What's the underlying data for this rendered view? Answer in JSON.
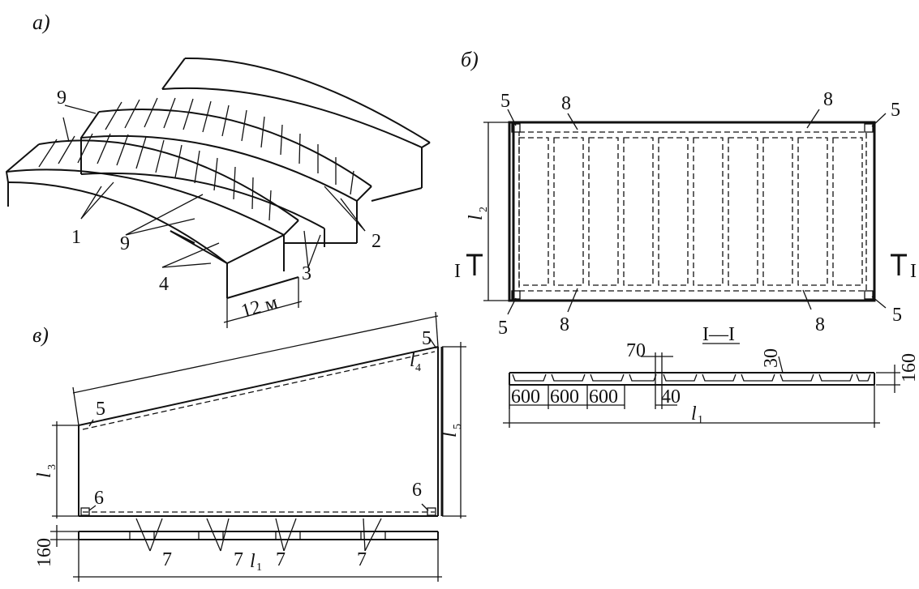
{
  "panels": {
    "a": "а)",
    "b": "б)",
    "v": "в)"
  },
  "panel_a": {
    "labels": [
      "9",
      "9",
      "1",
      "2",
      "3",
      "4"
    ],
    "span_label": "12 м"
  },
  "panel_b": {
    "plan_labels": {
      "corner": "5",
      "edge": "8",
      "side": "l",
      "side_sub": "2",
      "cut": "I"
    },
    "section_title": "I—I",
    "dimensions": {
      "rib_pitch": "600",
      "rib_width": "70",
      "rib_bottom": "40",
      "slab_thickness": "30",
      "height": "160",
      "length": "l",
      "length_sub": "1"
    }
  },
  "panel_v": {
    "labels": {
      "corner": "5",
      "support": "6",
      "rib": "7"
    },
    "dims": {
      "l3": "l",
      "l3_sub": "3",
      "l4": "l",
      "l4_sub": "4",
      "l5": "l",
      "l5_sub": "5",
      "l1": "l",
      "l1_sub": "1",
      "height": "160"
    }
  }
}
